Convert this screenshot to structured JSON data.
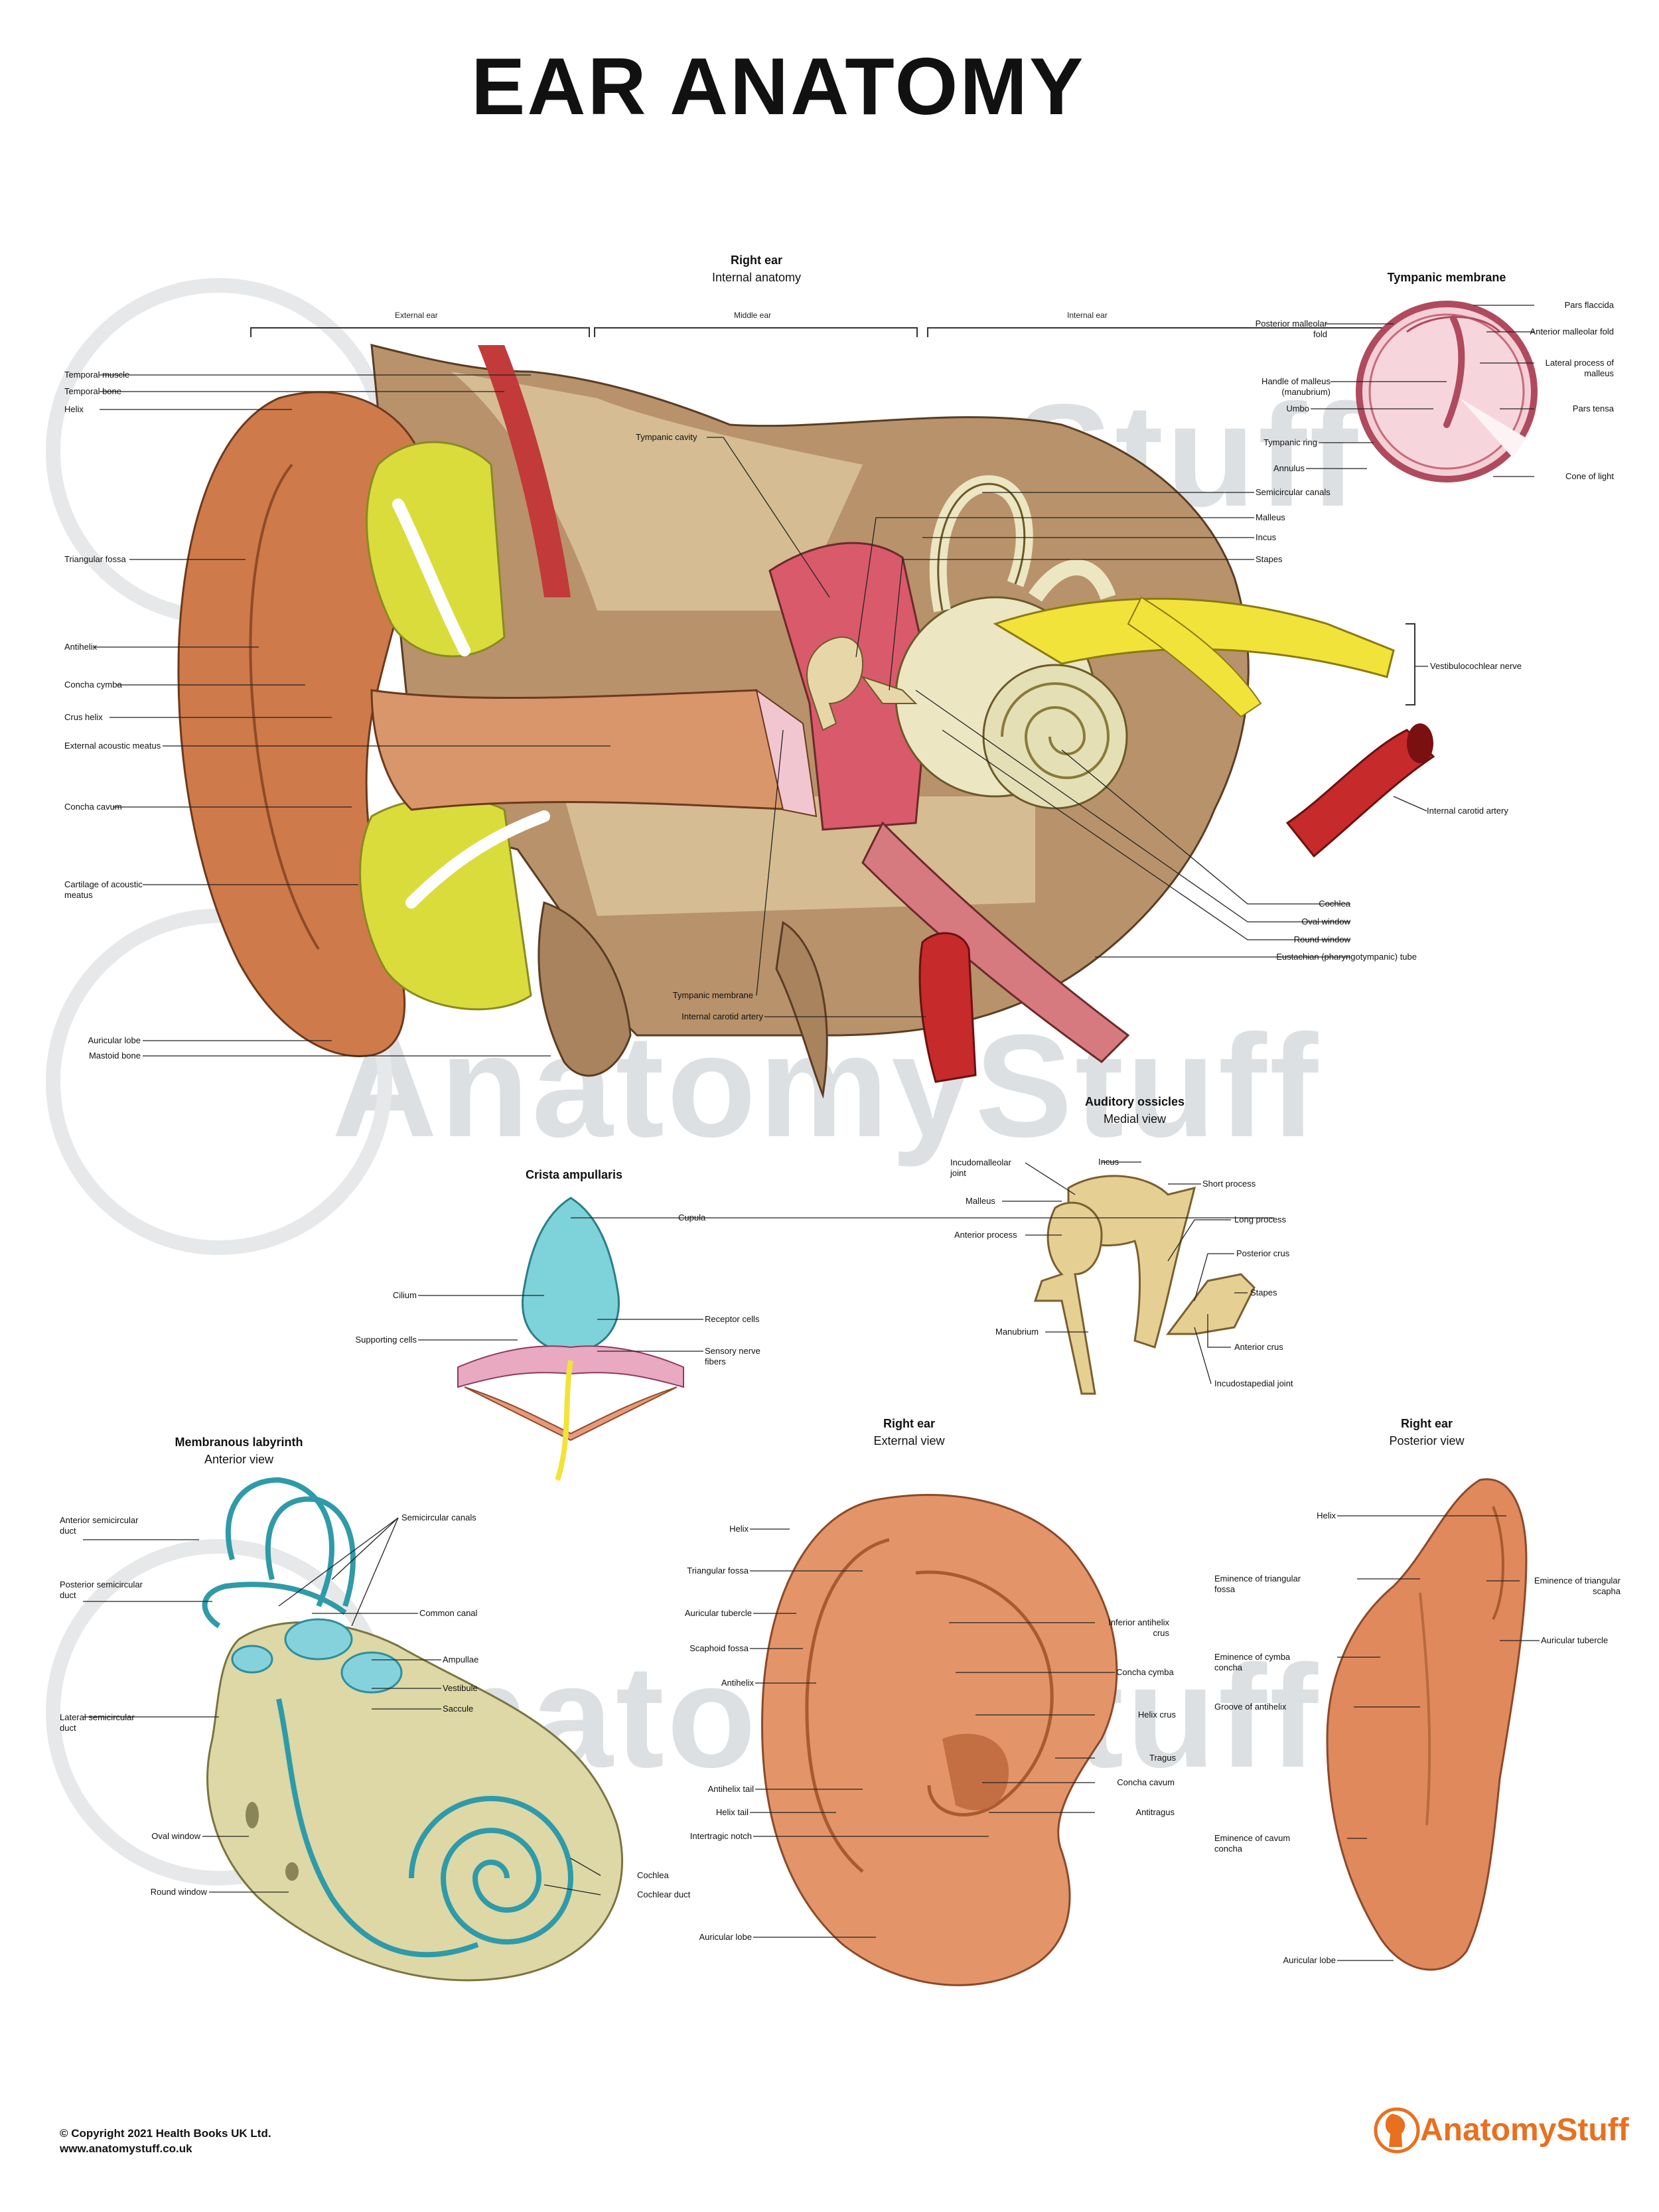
{
  "title": "EAR ANATOMY",
  "watermark": "AnatomyStuff",
  "colors": {
    "orange": "#e8701f",
    "skin": "#cf7a4a",
    "cartilage": "#dadc3c",
    "canal": "#7dc4cf",
    "artery": "#c62a2a",
    "nerve": "#f2e33a",
    "bone": "#d9c79b"
  },
  "internal": {
    "title": "Right ear",
    "subtitle": "Internal anatomy",
    "sections": [
      "External ear",
      "Middle ear",
      "Internal ear"
    ],
    "left_labels": [
      "Temporal muscle",
      "Temporal bone",
      "Helix",
      "Triangular fossa",
      "Antihelix",
      "Concha cymba",
      "Crus helix",
      "External acoustic meatus",
      "Concha cavum",
      "Cartilage of acoustic meatus",
      "Auricular lobe",
      "Mastoid bone"
    ],
    "mid_labels": [
      "Tympanic cavity",
      "Tympanic membrane",
      "Internal carotid artery"
    ],
    "right_labels": [
      "Semicircular canals",
      "Malleus",
      "Incus",
      "Stapes",
      "Vestibulocochlear nerve",
      "Internal carotid artery",
      "Cochlea",
      "Oval window",
      "Round window",
      "Eustachian (pharyngotympanic) tube"
    ]
  },
  "tympanic": {
    "title": "Tympanic membrane",
    "left_labels": [
      "Posterior malleolar fold",
      "Handle of malleus (manubrium)",
      "Umbo",
      "Tympanic ring",
      "Annulus"
    ],
    "right_labels": [
      "Pars flaccida",
      "Anterior malleolar fold",
      "Lateral process of malleus",
      "Pars tensa",
      "Cone of light"
    ]
  },
  "crista": {
    "title": "Crista ampullaris",
    "left_labels": [
      "Cilium",
      "Supporting cells"
    ],
    "right_labels": [
      "Cupula",
      "Receptor cells",
      "Sensory nerve fibers"
    ]
  },
  "ossicles": {
    "title": "Auditory ossicles",
    "subtitle": "Medial view",
    "top_label": "Incus",
    "left_labels": [
      "Incudomalleolar joint",
      "Malleus",
      "Anterior process",
      "Manubrium"
    ],
    "right_labels": [
      "Short process",
      "Long process",
      "Posterior crus",
      "Stapes",
      "Anterior crus",
      "Incudostapedial joint"
    ]
  },
  "labyrinth": {
    "title": "Membranous labyrinth",
    "subtitle": "Anterior view",
    "left_labels": [
      "Anterior semicircular duct",
      "Posterior semicircular duct",
      "Lateral semicircular duct",
      "Oval window",
      "Round window"
    ],
    "right_labels": [
      "Semicircular canals",
      "Common canal",
      "Ampullae",
      "Vestibule",
      "Saccule",
      "Cochlea",
      "Cochlear duct"
    ]
  },
  "external_view": {
    "title": "Right ear",
    "subtitle": "External view",
    "left_labels": [
      "Helix",
      "Triangular fossa",
      "Auricular tubercle",
      "Scaphoid fossa",
      "Antihelix",
      "Antihelix tail",
      "Helix tail",
      "Intertragic notch",
      "Auricular lobe"
    ],
    "right_labels": [
      "Inferior antihelix crus",
      "Concha cymba",
      "Helix crus",
      "Tragus",
      "Concha cavum",
      "Antitragus"
    ]
  },
  "posterior_view": {
    "title": "Right ear",
    "subtitle": "Posterior view",
    "left_labels": [
      "Helix",
      "Eminence of triangular fossa",
      "Eminence of cymba concha",
      "Groove of antihelix",
      "Eminence of cavum concha",
      "Auricular lobe"
    ],
    "right_labels": [
      "Eminence of triangular scapha",
      "Auricular tubercle"
    ]
  },
  "footer": {
    "copyright": "© Copyright 2021 Health Books UK Ltd.",
    "url": "www.anatomystuff.co.uk",
    "logo": "AnatomyStuff"
  }
}
